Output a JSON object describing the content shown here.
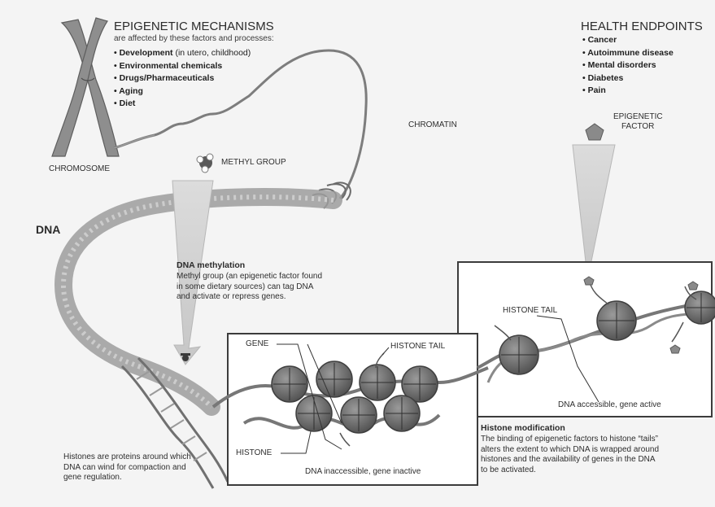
{
  "mechanisms": {
    "title": "EPIGENETIC MECHANISMS",
    "subtitle": "are affected by these factors and processes:",
    "items": [
      {
        "bold": "Development",
        "rest": " (in utero, childhood)"
      },
      {
        "bold": "Environmental chemicals",
        "rest": ""
      },
      {
        "bold": "Drugs/Pharmaceuticals",
        "rest": ""
      },
      {
        "bold": "Aging",
        "rest": ""
      },
      {
        "bold": "Diet",
        "rest": ""
      }
    ]
  },
  "endpoints": {
    "title": "HEALTH ENDPOINTS",
    "items": [
      "Cancer",
      "Autoimmune disease",
      "Mental disorders",
      "Diabetes",
      "Pain"
    ]
  },
  "labels": {
    "chromosome": "CHROMOSOME",
    "chromatin": "CHROMATIN",
    "methyl_group": "METHYL GROUP",
    "epigenetic_factor_line1": "EPIGENETIC",
    "epigenetic_factor_line2": "FACTOR",
    "dna": "DNA",
    "gene": "GENE",
    "histone_tail_left": "HISTONE TAIL",
    "histone_tail_right": "HISTONE TAIL",
    "histone": "HISTONE",
    "dna_inaccessible": "DNA inaccessible, gene inactive",
    "dna_accessible": "DNA accessible, gene active"
  },
  "methylation": {
    "title": "DNA methylation",
    "lines": [
      "Methyl group (an epigenetic factor found",
      "in some dietary sources) can tag DNA",
      "and activate or repress genes."
    ]
  },
  "histone_modification": {
    "title": "Histone modification",
    "lines": [
      "The binding of epigenetic factors to histone “tails”",
      "alters the extent to which DNA is wrapped around",
      "histones and the availability of genes in the DNA",
      "to be activated."
    ]
  },
  "histones_note": {
    "lines": [
      "Histones are proteins around which",
      "DNA can wind for compaction and",
      "gene regulation."
    ]
  },
  "colors": {
    "background": "#f4f4f4",
    "strand": "#8a8a8a",
    "histone": "#6f6f6f",
    "panel_border": "#3c3c3c",
    "text": "#2b2b2b"
  }
}
